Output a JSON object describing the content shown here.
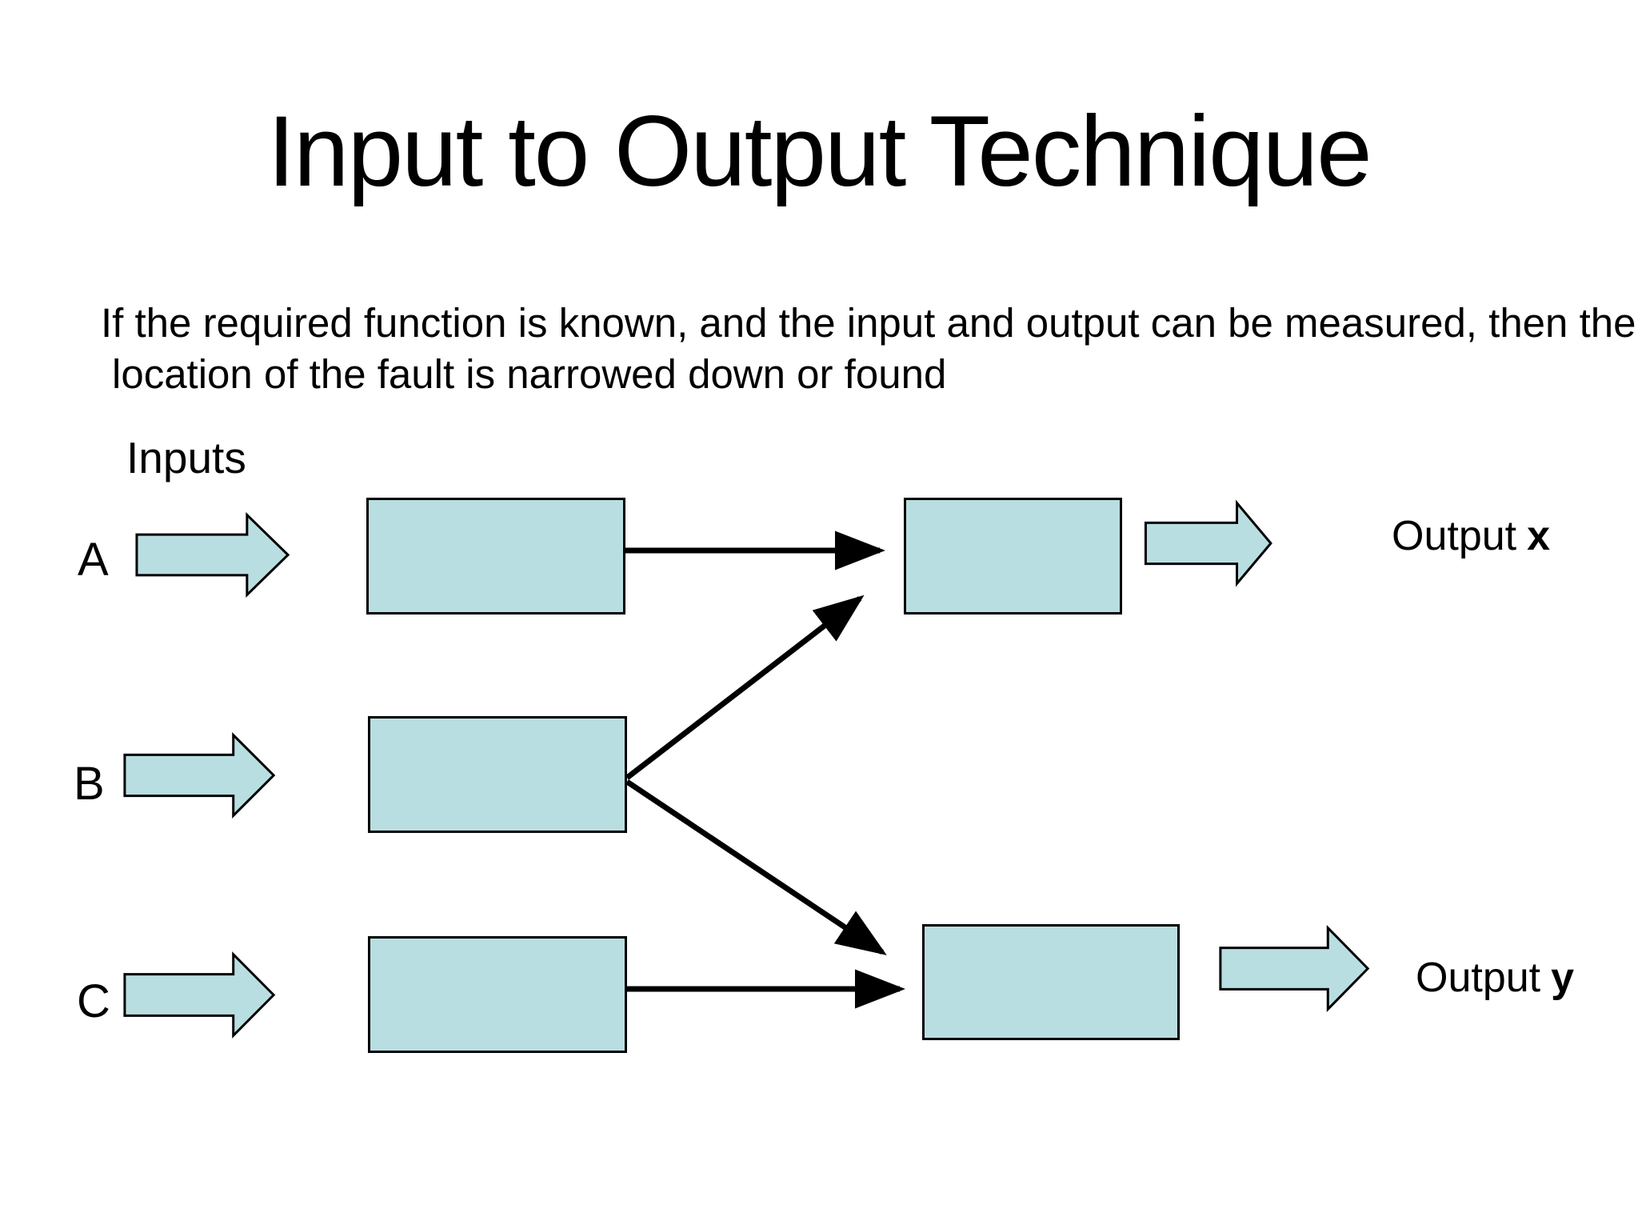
{
  "slide": {
    "title": "Input to Output Technique",
    "description_line1": "If the required function is known, and the input and output can be measured, then the",
    "description_line2": "location of the fault is narrowed down or found",
    "inputs_label": "Inputs",
    "inputs": [
      {
        "label": "A"
      },
      {
        "label": "B"
      },
      {
        "label": "C"
      }
    ],
    "outputs": [
      {
        "word": "Output",
        "var": "x"
      },
      {
        "word": "Output",
        "var": "y"
      }
    ],
    "diagram": {
      "process_box_count": 3,
      "output_box_count": 2,
      "connections": [
        "box-1 to box-x",
        "box-2 to box-x",
        "box-2 to box-y",
        "box-3 to box-y"
      ]
    },
    "colors": {
      "shape_fill": "#b9dee1",
      "shape_border": "#000000",
      "background": "#ffffff",
      "text": "#000000"
    }
  }
}
